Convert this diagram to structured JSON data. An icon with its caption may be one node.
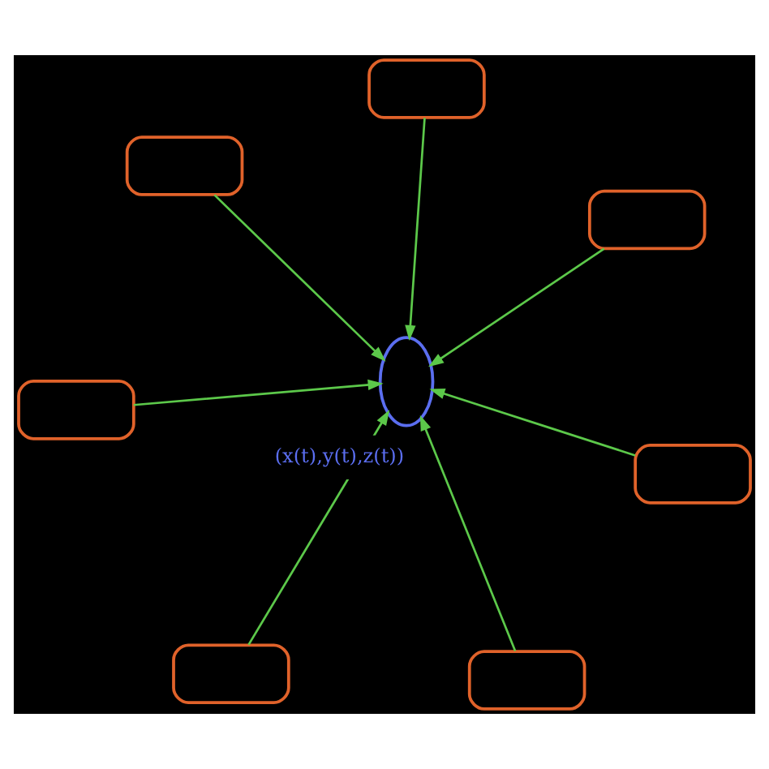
{
  "diagram": {
    "nodes": [
      {
        "text": [],
        "shape": "box"
      },
      {
        "text": [],
        "shape": "box"
      },
      {
        "text": [],
        "shape": "box"
      },
      {
        "text": [],
        "shape": "box"
      },
      {
        "text": [],
        "shape": "box"
      },
      {
        "text": [],
        "shape": "box"
      },
      {
        "text": [],
        "shape": "box"
      },
      {
        "text": [],
        "shape": "curve"
      }
    ],
    "edges": [
      {
        "from": 0,
        "to": 7,
        "arrow": "to"
      },
      {
        "from": 1,
        "to": 7,
        "arrow": "to"
      },
      {
        "from": 2,
        "to": 7,
        "arrow": "to"
      },
      {
        "from": 3,
        "to": 7,
        "arrow": "to"
      },
      {
        "from": 4,
        "to": 7,
        "arrow": "to"
      },
      {
        "from": 5,
        "to": 7,
        "arrow": "to"
      },
      {
        "from": 6,
        "to": 7,
        "arrow": "to"
      }
    ],
    "labels": [
      "(x(t),y(t),z(t))"
    ]
  }
}
